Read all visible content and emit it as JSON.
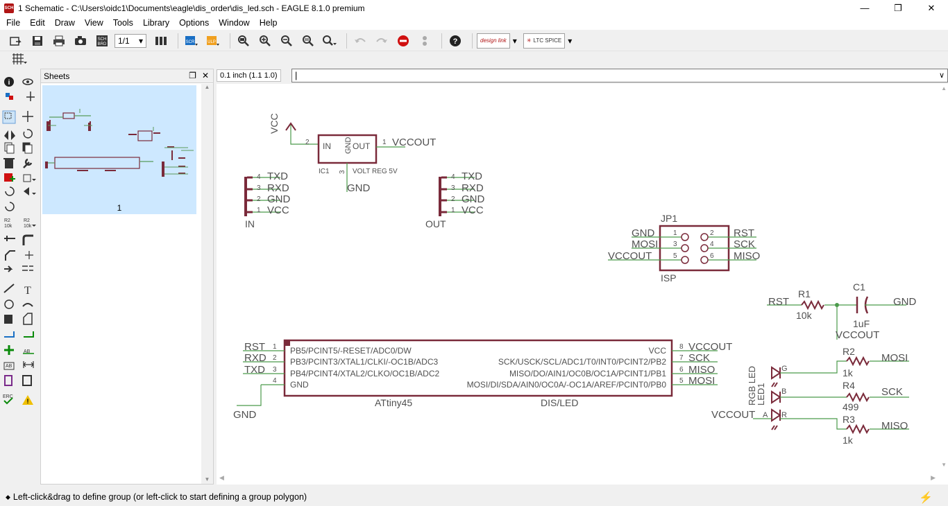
{
  "window": {
    "title": "1 Schematic - C:\\Users\\oidc1\\Documents\\eagle\\dis_order\\dis_led.sch - EAGLE 8.1.0 premium",
    "icon_label": "SCH",
    "controls": [
      "minimize-icon",
      "restore-icon",
      "close-icon"
    ]
  },
  "menu": [
    "File",
    "Edit",
    "Draw",
    "View",
    "Tools",
    "Library",
    "Options",
    "Window",
    "Help"
  ],
  "toolbar": {
    "sheet_select": "1/1",
    "design_link": "design link",
    "ltspice": "LTC SPICE"
  },
  "sheets_panel": {
    "title": "Sheets",
    "sheet_number": "1"
  },
  "command": {
    "grid_info": "0.1 inch (1.1 1.0)",
    "value": ""
  },
  "status": {
    "message": "Left-click&drag to define group (or left-click to start defining a group polygon)"
  },
  "schematic": {
    "regulator": {
      "name": "IC1",
      "value": "VOLT REG 5V",
      "in": "IN",
      "out": "OUT",
      "gnd": "GND",
      "vcc": "VCC",
      "pin_in": "2",
      "pin_out": "1",
      "pin_gnd": "3",
      "vccout": "VCCOUT",
      "gnd_net": "GND"
    },
    "header_in": {
      "name": "IN",
      "pins": [
        "4",
        "3",
        "2",
        "1"
      ],
      "nets": [
        "TXD",
        "RXD",
        "GND",
        "VCC"
      ]
    },
    "header_out": {
      "name": "OUT",
      "pins": [
        "4",
        "3",
        "2",
        "1"
      ],
      "nets": [
        "TXD",
        "RXD",
        "GND",
        "VCC"
      ]
    },
    "isp": {
      "name": "JP1",
      "value": "ISP",
      "left_pins": [
        "1",
        "3",
        "5"
      ],
      "right_pins": [
        "2",
        "4",
        "6"
      ],
      "left_nets": [
        "GND",
        "MOSI",
        "VCCOUT"
      ],
      "right_nets": [
        "RST",
        "SCK",
        "MISO"
      ]
    },
    "r1": {
      "name": "R1",
      "value": "10k",
      "net_left": "RST"
    },
    "c1": {
      "name": "C1",
      "value": "1uF",
      "net_right": "GND",
      "net_down": "VCCOUT"
    },
    "attiny": {
      "name": "ATtiny45",
      "value": "DIS/LED",
      "left_pins": [
        "PB5/PCINT5/-RESET/ADC0/DW",
        "PB3/PCINT3/XTAL1/CLKI/-OC1B/ADC3",
        "PB4/PCINT4/XTAL2/CLKO/OC1B/ADC2",
        "GND"
      ],
      "left_pin_nums": [
        "1",
        "2",
        "3",
        "4"
      ],
      "left_nets": [
        "RST",
        "RXD",
        "TXD"
      ],
      "right_pins": [
        "VCC",
        "SCK/USCK/SCL/ADC1/T0/INT0/PCINT2/PB2",
        "MISO/DO/AIN1/OC0B/OC1A/PCINT1/PB1",
        "MOSI/DI/SDA/AIN0/OC0A/-OC1A/AREF/PCINT0/PB0"
      ],
      "right_pin_nums": [
        "8",
        "7",
        "6",
        "5"
      ],
      "right_nets": [
        "VCCOUT",
        "SCK",
        "MISO",
        "MOSI"
      ],
      "gnd_net": "GND"
    },
    "led": {
      "name": "LED1",
      "value": "RGB LED",
      "pins": [
        "G",
        "B",
        "R",
        "A"
      ],
      "net_anode": "VCCOUT"
    },
    "r2": {
      "name": "R2",
      "value": "1k",
      "net": "MOSI"
    },
    "r4": {
      "name": "R4",
      "value": "499",
      "net": "SCK"
    },
    "r3": {
      "name": "R3",
      "value": "1k",
      "net": "MISO"
    }
  }
}
